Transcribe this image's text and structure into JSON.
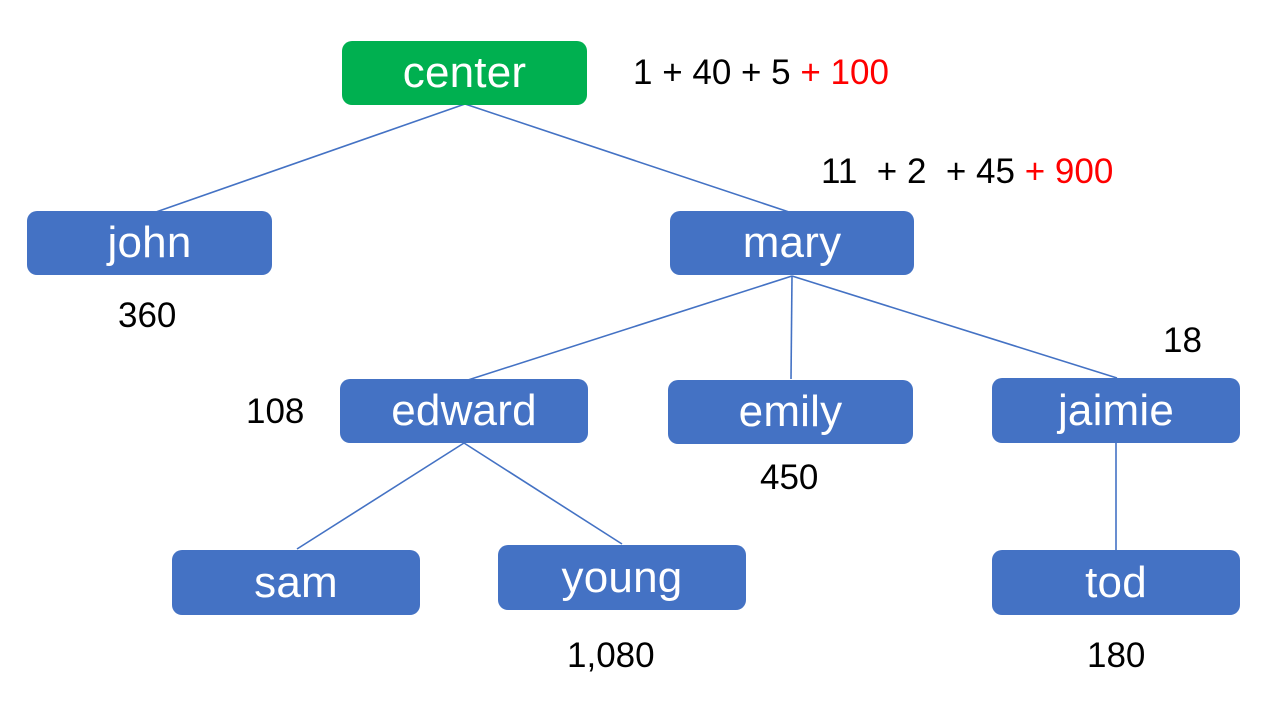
{
  "diagram": {
    "type": "tree",
    "title": "",
    "nodes": [
      {
        "id": "center",
        "label": "center",
        "color": "#00B050",
        "value": null,
        "value_position": null
      },
      {
        "id": "john",
        "label": "john",
        "color": "#4472C4",
        "value": "360",
        "value_position": "below-left"
      },
      {
        "id": "mary",
        "label": "mary",
        "color": "#4472C4",
        "value": null,
        "value_position": null
      },
      {
        "id": "edward",
        "label": "edward",
        "color": "#4472C4",
        "value": "108",
        "value_position": "left"
      },
      {
        "id": "emily",
        "label": "emily",
        "color": "#4472C4",
        "value": "450",
        "value_position": "below"
      },
      {
        "id": "jaimie",
        "label": "jaimie",
        "color": "#4472C4",
        "value": "18",
        "value_position": "above-right"
      },
      {
        "id": "sam",
        "label": "sam",
        "color": "#4472C4",
        "value": null,
        "value_position": null
      },
      {
        "id": "young",
        "label": "young",
        "color": "#4472C4",
        "value": "1,080",
        "value_position": "below"
      },
      {
        "id": "tod",
        "label": "tod",
        "color": "#4472C4",
        "value": "180",
        "value_position": "below"
      }
    ],
    "edges": [
      {
        "from": "center",
        "to": "john"
      },
      {
        "from": "center",
        "to": "mary"
      },
      {
        "from": "mary",
        "to": "edward"
      },
      {
        "from": "mary",
        "to": "emily"
      },
      {
        "from": "mary",
        "to": "jaimie"
      },
      {
        "from": "edward",
        "to": "sam"
      },
      {
        "from": "edward",
        "to": "young"
      },
      {
        "from": "jaimie",
        "to": "tod"
      }
    ],
    "edge_color": "#4472C4"
  },
  "annotations": {
    "center_formula": {
      "base": "1 + 40 + 5",
      "extra": "+ 100",
      "base_color": "#000000",
      "extra_color": "#FF0000"
    },
    "mary_formula": {
      "t1": "11",
      "t2": "+ 2",
      "t3": "+ 45",
      "extra": "+ 900",
      "base_color": "#000000",
      "extra_color": "#FF0000"
    }
  },
  "labels": {
    "john_value": "360",
    "edward_value": "108",
    "emily_value": "450",
    "jaimie_value": "18",
    "young_value": "1,080",
    "tod_value": "180"
  }
}
